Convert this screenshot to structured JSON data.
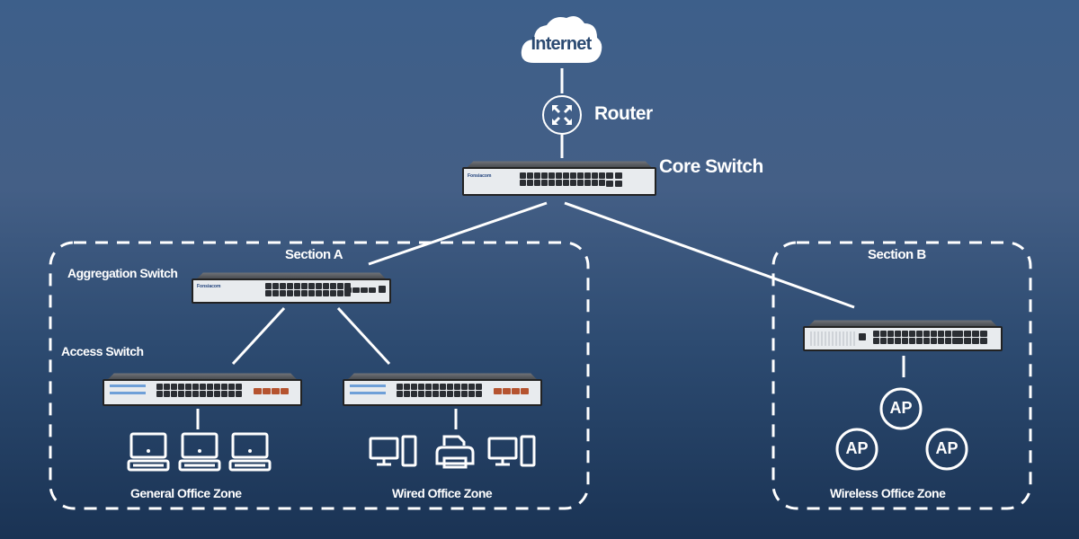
{
  "diagram": {
    "title": "Network Topology",
    "nodes": {
      "internet": {
        "label": "Internet",
        "icon": "cloud-icon"
      },
      "router": {
        "label": "Router",
        "icon": "router-icon"
      },
      "core_switch": {
        "label": "Core Switch",
        "brand": "Fonsiacom"
      },
      "aggregation_switch": {
        "label": "Aggregation Switch",
        "brand": "Fonsiacom"
      },
      "access_switch": {
        "label": "Access Switch"
      }
    },
    "sections": [
      {
        "label": "Section A",
        "zones": [
          {
            "label": "General Office Zone",
            "devices": [
              "laptop",
              "laptop",
              "laptop"
            ]
          },
          {
            "label": "Wired Office Zone",
            "devices": [
              "desktop",
              "printer",
              "desktop"
            ]
          }
        ]
      },
      {
        "label": "Section B",
        "zones": [
          {
            "label": "Wireless Office Zone",
            "devices": [
              "AP",
              "AP",
              "AP"
            ]
          }
        ]
      }
    ],
    "ap_label": "AP",
    "colors": {
      "background_top": "#3d5f8a",
      "background_bottom": "#1a3354",
      "foreground": "#ffffff",
      "sfp_port": "#b5532f"
    }
  }
}
